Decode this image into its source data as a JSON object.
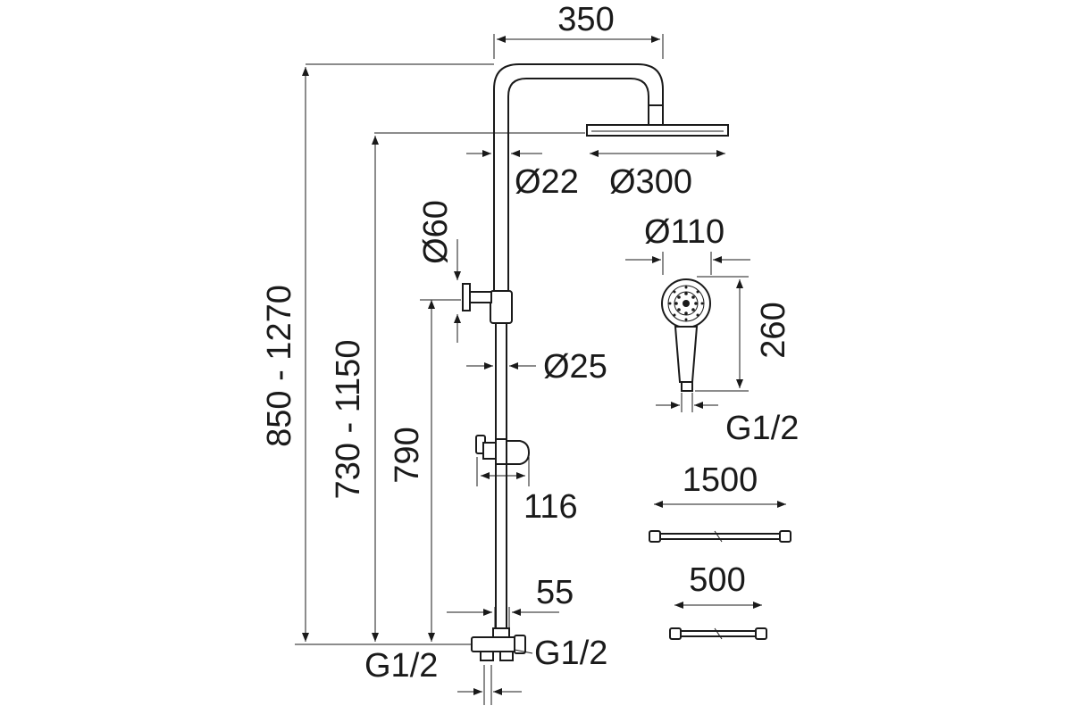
{
  "dimensions": {
    "arm_width": "350",
    "total_height": "850 - 1270",
    "head_height": "730 - 1150",
    "slider_height": "790",
    "pipe_upper": "Ø22",
    "head_diameter": "Ø300",
    "bracket_diameter": "Ø60",
    "pipe_lower": "Ø25",
    "handshower_diameter": "Ø110",
    "handshower_length": "260",
    "handshower_thread": "G1/2",
    "slider_width": "116",
    "mixer_width": "55",
    "inlet_left": "G1/2",
    "inlet_right": "G1/2",
    "hose_long": "1500",
    "hose_short": "500"
  }
}
